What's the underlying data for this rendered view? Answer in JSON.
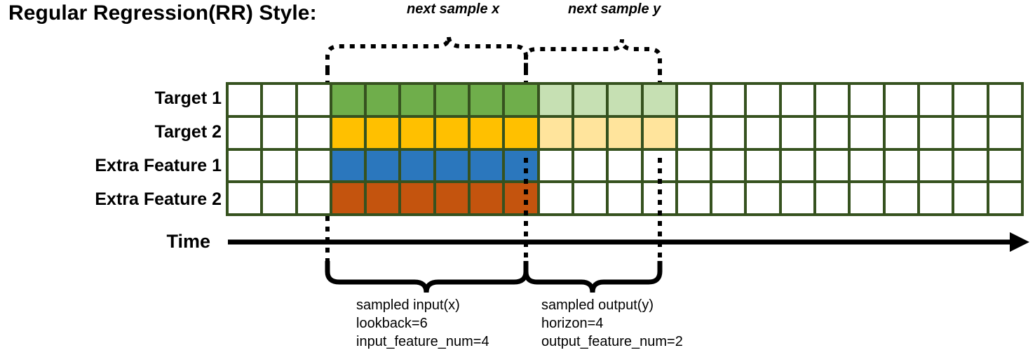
{
  "title": "Regular Regression(RR) Style:",
  "callouts": {
    "x": "next sample x",
    "y": "next sample y"
  },
  "rows": [
    {
      "label": "Target 1",
      "key": "target-1"
    },
    {
      "label": "Target 2",
      "key": "target-2"
    },
    {
      "label": "Extra Feature 1",
      "key": "extra-feature-1"
    },
    {
      "label": "Extra Feature 2",
      "key": "extra-feature-2"
    }
  ],
  "axis": {
    "label": "Time"
  },
  "captions": {
    "input": {
      "line1": "sampled input(x)",
      "line2": "lookback=6",
      "line3": "input_feature_num=4"
    },
    "output": {
      "line1": "sampled output(y)",
      "line2": "horizon=4",
      "line3": "output_feature_num=2"
    }
  },
  "chart_data": {
    "type": "heatmap",
    "title": "Regular Regression(RR) Style:",
    "grid": {
      "columns": 23,
      "rows": 4,
      "row_labels": [
        "Target 1",
        "Target 2",
        "Extra Feature 1",
        "Extra Feature 2"
      ],
      "lookback_start_col": 3,
      "lookback_end_col": 9,
      "horizon_start_col": 9,
      "horizon_end_col": 13,
      "fill": [
        [
          "none",
          "none",
          "none",
          "green",
          "green",
          "green",
          "green",
          "green",
          "green",
          "green-light",
          "green-light",
          "green-light",
          "green-light",
          "none",
          "none",
          "none",
          "none",
          "none",
          "none",
          "none",
          "none",
          "none",
          "none"
        ],
        [
          "none",
          "none",
          "none",
          "yellow",
          "yellow",
          "yellow",
          "yellow",
          "yellow",
          "yellow",
          "yellow-light",
          "yellow-light",
          "yellow-light",
          "yellow-light",
          "none",
          "none",
          "none",
          "none",
          "none",
          "none",
          "none",
          "none",
          "none",
          "none"
        ],
        [
          "none",
          "none",
          "none",
          "blue",
          "blue",
          "blue",
          "blue",
          "blue",
          "blue",
          "none",
          "none",
          "none",
          "none",
          "none",
          "none",
          "none",
          "none",
          "none",
          "none",
          "none",
          "none",
          "none",
          "none"
        ],
        [
          "none",
          "none",
          "none",
          "orange",
          "orange",
          "orange",
          "orange",
          "orange",
          "orange",
          "none",
          "none",
          "none",
          "none",
          "none",
          "none",
          "none",
          "none",
          "none",
          "none",
          "none",
          "none",
          "none",
          "none"
        ]
      ]
    },
    "annotations": [
      {
        "name": "next sample x",
        "span_cols": [
          3,
          9
        ],
        "style": "dotted-brace-top"
      },
      {
        "name": "next sample y",
        "span_cols": [
          9,
          13
        ],
        "style": "dotted-brace-top"
      },
      {
        "name": "sampled input(x) lookback=6 input_feature_num=4",
        "span_cols": [
          3,
          9
        ],
        "style": "solid-brace-bottom"
      },
      {
        "name": "sampled output(y) horizon=4 output_feature_num=2",
        "span_cols": [
          9,
          13
        ],
        "style": "solid-brace-bottom"
      }
    ],
    "colors": {
      "green": "#6fae4b",
      "green_light": "#c6e0b3",
      "yellow": "#ffc000",
      "yellow_light": "#ffe49c",
      "blue": "#2b77bd",
      "orange": "#c4540e",
      "grid_border": "#36521f",
      "axis": "#000000"
    },
    "xlabel": "Time",
    "ylabel": "",
    "legend": []
  }
}
